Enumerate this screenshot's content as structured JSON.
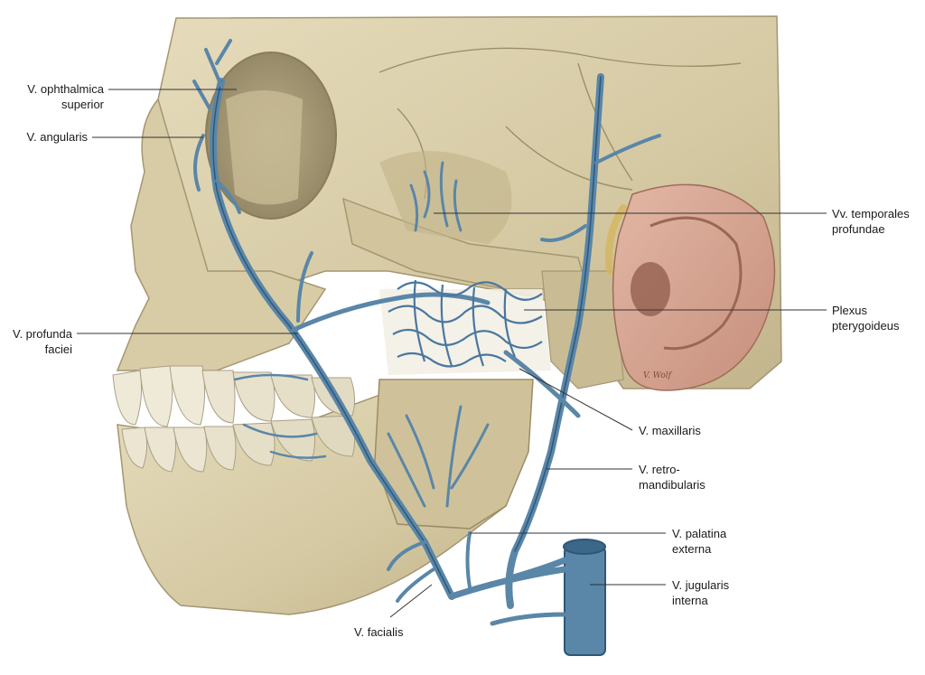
{
  "labels": {
    "ophthalmica": [
      "V. ophthalmica",
      "superior"
    ],
    "angularis": [
      "V. angularis"
    ],
    "profunda": [
      "V. profunda",
      "faciei"
    ],
    "temporales": [
      "Vv. temporales",
      "profundae"
    ],
    "plexus": [
      "Plexus",
      "pterygoideus"
    ],
    "maxillaris": [
      "V. maxillaris"
    ],
    "retro": [
      "V. retro-",
      "mandibularis"
    ],
    "palatina": [
      "V. palatina",
      "externa"
    ],
    "jugularis": [
      "V. jugularis",
      "interna"
    ],
    "facialis": [
      "V. facialis"
    ]
  },
  "signature": "V. Wolf",
  "colors": {
    "bone": "#d9ceaa",
    "bone_shadow": "#b3a57c",
    "vein": "#5a86a8",
    "vein_dark": "#2f5778",
    "ear": "#d6a592",
    "tooth": "#efe9d8",
    "leader": "#333333"
  }
}
